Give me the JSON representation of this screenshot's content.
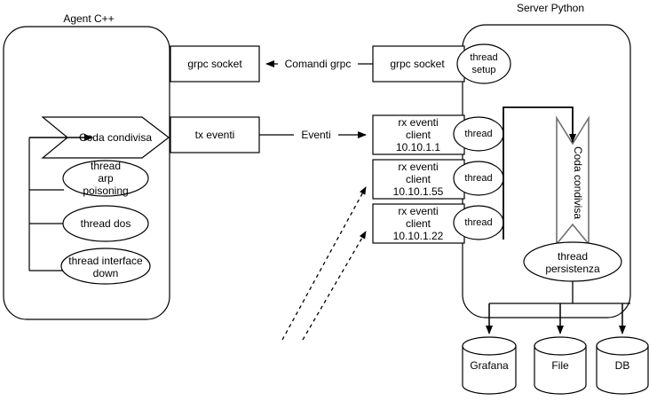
{
  "diagram": {
    "title_left": "Agent C++",
    "title_right": "Server Python",
    "agent": {
      "shared_queue": "Coda condivisa",
      "threads": [
        "thread\narp\npoisoning",
        "thread dos",
        "thread interface\ndown"
      ],
      "grpc_socket": "grpc socket",
      "tx_eventi": "tx eventi"
    },
    "server": {
      "grpc_socket": "grpc socket",
      "thread_setup": "thread\nsetup",
      "shared_queue": "Coda condivisa",
      "thread_persistenza": "thread\npersistenza",
      "rx_clients": [
        {
          "label": "rx eventi\nclient\n10.10.1.1",
          "thread": "thread"
        },
        {
          "label": "rx eventi\nclient\n10.10.1.55",
          "thread": "thread"
        },
        {
          "label": "rx eventi\nclient\n10.10.1.22",
          "thread": "thread"
        }
      ],
      "stores": [
        "Grafana",
        "File",
        "DB"
      ]
    },
    "edges": {
      "comandi_grpc": "Comandi grpc",
      "eventi": "Eventi"
    },
    "colors": {
      "stroke": "#000000",
      "queue_stroke": "#666666",
      "background": "#ffffff"
    }
  }
}
